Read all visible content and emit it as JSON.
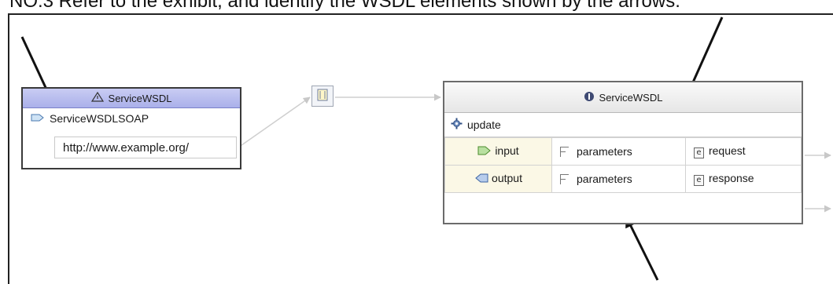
{
  "question_text": "NO.3 Refer to the exhibit, and identify the WSDL elements shown by the arrows.",
  "service": {
    "title": "ServiceWSDL",
    "port_name": "ServiceWSDLSOAP",
    "address": "http://www.example.org/"
  },
  "port_type": {
    "title": "ServiceWSDL",
    "operation": "update",
    "messages": [
      {
        "direction": "input",
        "part": "parameters",
        "element": "request"
      },
      {
        "direction": "output",
        "part": "parameters",
        "element": "response"
      }
    ]
  },
  "icons": {
    "service": "warning-triangle-icon",
    "port": "port-arrow-icon",
    "binding": "binding-icon",
    "port_type": "interface-icon",
    "operation": "gear-icon",
    "input": "input-arrow-icon",
    "output": "output-arrow-icon",
    "part": "part-icon",
    "element": "element-e-icon"
  },
  "colors": {
    "service_header": "#aab0ea",
    "port_type_header": "#e6e6e6",
    "direction_cell": "#fbf8e6",
    "arrow": "#111111"
  }
}
